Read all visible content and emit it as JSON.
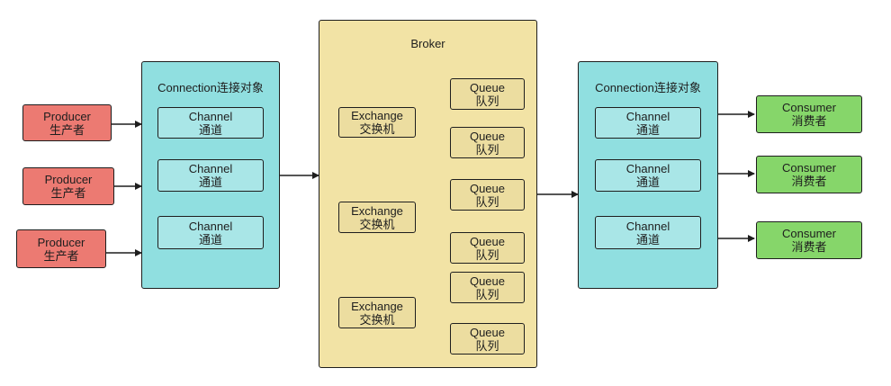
{
  "producers": [
    {
      "name": "Producer",
      "sub": "生产者"
    },
    {
      "name": "Producer",
      "sub": "生产者"
    },
    {
      "name": "Producer",
      "sub": "生产者"
    }
  ],
  "left_connection": {
    "title": "Connection连接对象",
    "channels": [
      {
        "name": "Channel",
        "sub": "通道"
      },
      {
        "name": "Channel",
        "sub": "通道"
      },
      {
        "name": "Channel",
        "sub": "通道"
      }
    ]
  },
  "broker": {
    "title": "Broker",
    "exchanges": [
      {
        "name": "Exchange",
        "sub": "交换机"
      },
      {
        "name": "Exchange",
        "sub": "交换机"
      },
      {
        "name": "Exchange",
        "sub": "交换机"
      }
    ],
    "queues": [
      {
        "name": "Queue",
        "sub": "队列"
      },
      {
        "name": "Queue",
        "sub": "队列"
      },
      {
        "name": "Queue",
        "sub": "队列"
      },
      {
        "name": "Queue",
        "sub": "队列"
      },
      {
        "name": "Queue",
        "sub": "队列"
      },
      {
        "name": "Queue",
        "sub": "队列"
      }
    ]
  },
  "right_connection": {
    "title": "Connection连接对象",
    "channels": [
      {
        "name": "Channel",
        "sub": "通道"
      },
      {
        "name": "Channel",
        "sub": "通道"
      },
      {
        "name": "Channel",
        "sub": "通道"
      }
    ]
  },
  "consumers": [
    {
      "name": "Consumer",
      "sub": "消费者"
    },
    {
      "name": "Consumer",
      "sub": "消费者"
    },
    {
      "name": "Consumer",
      "sub": "消费者"
    }
  ],
  "colors": {
    "producer": "#ec7a72",
    "consumer": "#86d66a",
    "connection": "#90dfe0",
    "broker": "#f2e3a5",
    "stroke": "#1e1e1e"
  }
}
